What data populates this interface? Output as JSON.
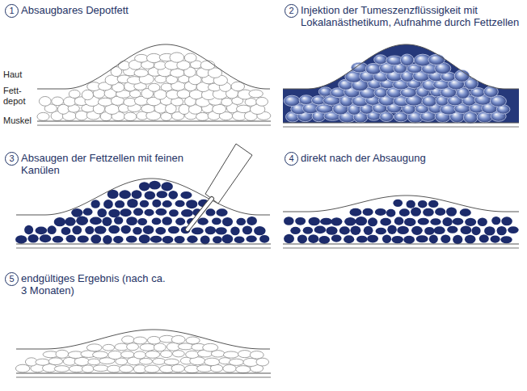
{
  "diagram": {
    "labels": [
      "1",
      "Absaugbares Depotfett",
      "Haut",
      "Fett- depot",
      "Muskel",
      "2",
      "Injektion der Tumeszenzflüssigkeit mit Lokalanästhetikum, Aufnahme durch Fettzellen",
      "3",
      "Absaugen der Fettzellen mit feinen Kanülen",
      "4",
      "direkt nach der Absaugung",
      "5",
      "endgültiges Ergebnis (nach ca. 3 Monaten)"
    ]
  }
}
